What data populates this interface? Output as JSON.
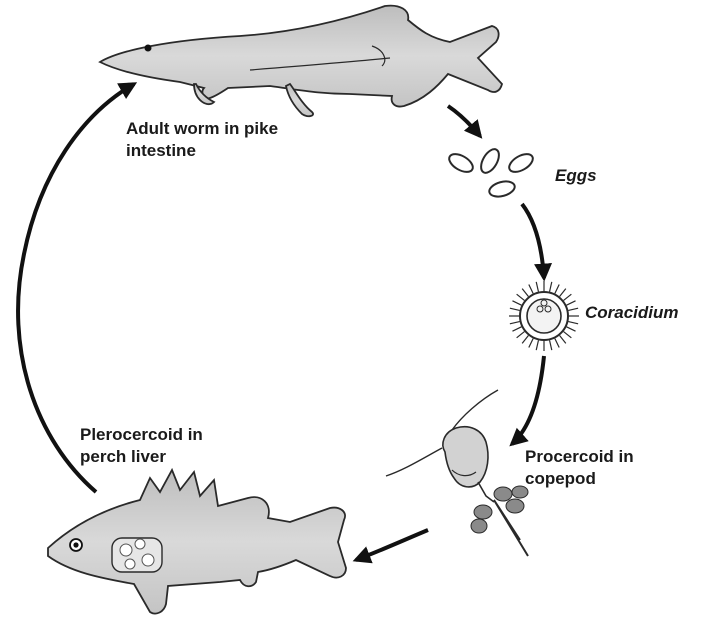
{
  "diagram": {
    "colors": {
      "fish_fill": "#cfcfcf",
      "fish_stroke": "#2a2a2a",
      "arrow": "#111111",
      "background": "#ffffff"
    },
    "stages": [
      {
        "id": "pike",
        "label_line1": "Adult worm in pike",
        "label_line2": "intestine",
        "icon": "pike-fish"
      },
      {
        "id": "eggs",
        "label": "Eggs",
        "icon": "eggs"
      },
      {
        "id": "coracidium",
        "label": "Coracidium",
        "icon": "coracidium"
      },
      {
        "id": "copepod",
        "label_line1": "Procercoid in",
        "label_line2": "copepod",
        "icon": "copepod"
      },
      {
        "id": "perch",
        "label_line1": "Plerocercoid in",
        "label_line2": "perch liver",
        "icon": "perch-fish"
      }
    ]
  }
}
